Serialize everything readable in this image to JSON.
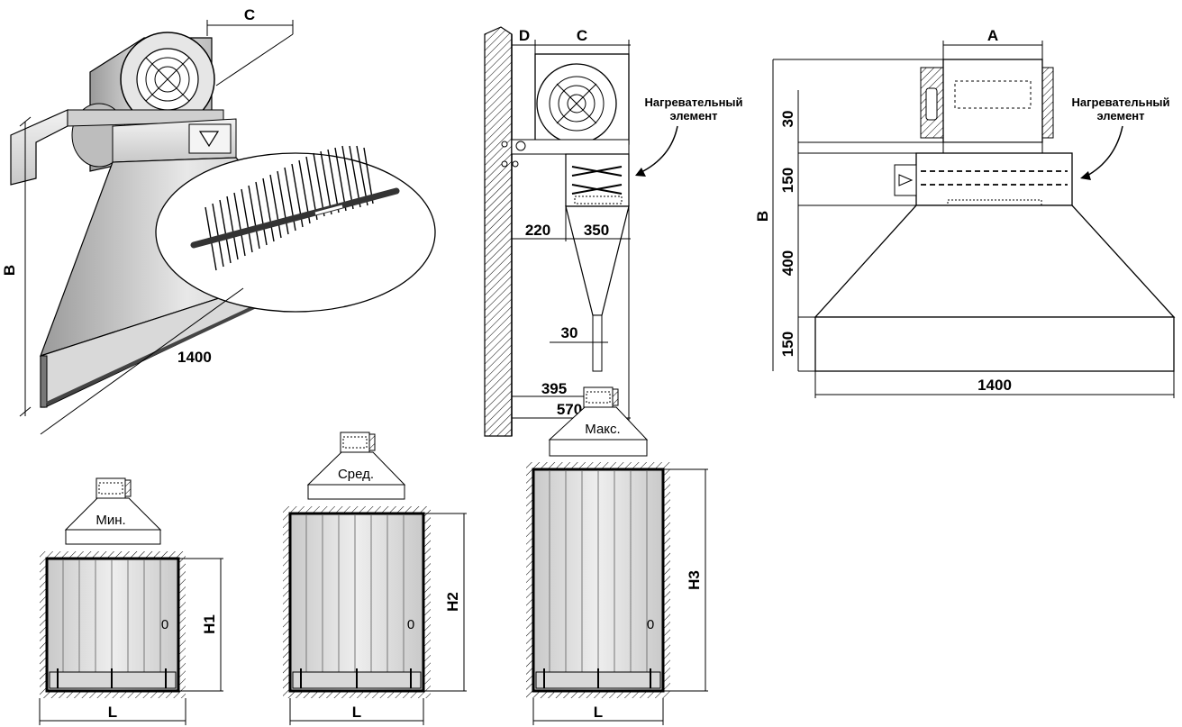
{
  "iso_view": {
    "dim_c": "C",
    "dim_b": "B",
    "dim_length": "1400"
  },
  "side_view": {
    "dim_d": "D",
    "dim_c": "C",
    "heater_label_line1": "Нагревательный",
    "heater_label_line2": "элемент",
    "dim_220": "220",
    "dim_350": "350",
    "dim_30": "30",
    "dim_395": "395",
    "dim_570": "570"
  },
  "front_view": {
    "dim_a": "A",
    "dim_b": "B",
    "heater_label_line1": "Нагревательный",
    "heater_label_line2": "элемент",
    "dim_30": "30",
    "dim_150_top": "150",
    "dim_400": "400",
    "dim_150_bottom": "150",
    "dim_1400": "1400"
  },
  "openings": [
    {
      "mode": "Мин.",
      "height_label": "H1",
      "width_label": "L",
      "mark": "0"
    },
    {
      "mode": "Сред.",
      "height_label": "H2",
      "width_label": "L",
      "mark": "0"
    },
    {
      "mode": "Макс.",
      "height_label": "H3",
      "width_label": "L",
      "mark": "0"
    }
  ]
}
